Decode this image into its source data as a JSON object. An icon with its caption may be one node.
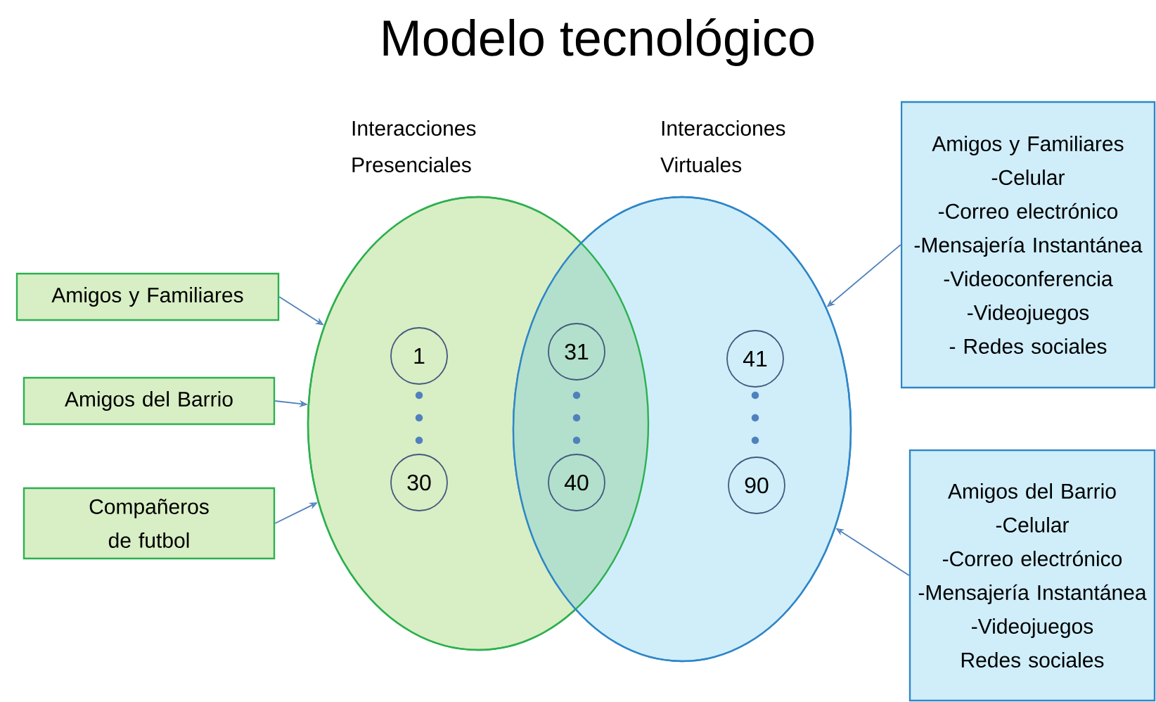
{
  "diagram": {
    "title": "Modelo tecnológico",
    "nodes": [
      {
        "text": [
          "Interacciones Presenciales"
        ]
      },
      {
        "text": [
          "Interacciones Virtuales"
        ]
      },
      {
        "text": [
          "1"
        ],
        "in": 0
      },
      {
        "text": [
          "30"
        ],
        "in": 0
      },
      {
        "text": [
          "31"
        ]
      },
      {
        "text": [
          "40"
        ]
      },
      {
        "text": [
          "41"
        ],
        "in": 1
      },
      {
        "text": [
          "90"
        ],
        "in": 1
      },
      {
        "text": [
          "Amigos y Familiares"
        ]
      },
      {
        "text": [
          "Amigos del Barrio"
        ]
      },
      {
        "text": [
          "Compañeros de futbol"
        ]
      },
      {
        "text": [
          "Amigos y Familiares",
          "-Celular",
          "-Correo electrónico",
          "-Mensajería Instantánea",
          "-Videoconferencia",
          "-Videojuegos",
          "- Redes sociales"
        ]
      },
      {
        "text": [
          "Amigos del Barrio",
          "-Celular",
          "-Correo electrónico",
          "-Mensajería Instantánea",
          "-Videojuegos",
          "Redes sociales"
        ]
      }
    ],
    "edges": [
      {
        "from": 8,
        "to": 0,
        "arrow": "to"
      },
      {
        "from": 9,
        "to": 0,
        "arrow": "to"
      },
      {
        "from": 10,
        "to": 0,
        "arrow": "to"
      },
      {
        "from": 11,
        "to": 1,
        "arrow": "to"
      },
      {
        "from": 12,
        "to": 1,
        "arrow": "to"
      }
    ]
  }
}
